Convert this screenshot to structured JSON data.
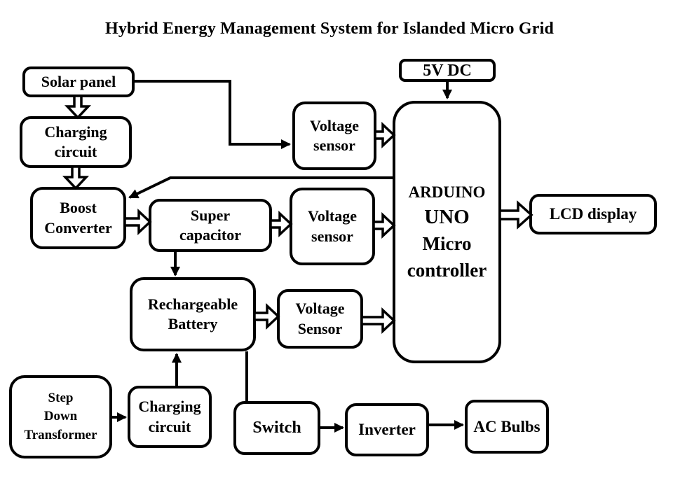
{
  "title": "Hybrid Energy Management System for Islanded Micro Grid",
  "colors": {
    "ink": "#000000",
    "background": "#ffffff"
  },
  "nodes": {
    "solar_panel": {
      "label": "Solar panel"
    },
    "charging_circuit_top": {
      "label": "Charging\ncircuit"
    },
    "boost_converter": {
      "label": "Boost\nConverter"
    },
    "super_capacitor": {
      "label": "Super\ncapacitor"
    },
    "voltage_sensor_top": {
      "label": "Voltage\nsensor"
    },
    "voltage_sensor_mid": {
      "label": "Voltage\nsensor"
    },
    "voltage_sensor_bottom": {
      "label": "Voltage\nSensor"
    },
    "five_v_dc": {
      "label": "5V DC"
    },
    "arduino": {
      "line1": "ARDUINO",
      "line2": "UNO",
      "line3": "Micro",
      "line4": "controller"
    },
    "lcd_display": {
      "label": "LCD display"
    },
    "rechargeable_battery": {
      "label": "Rechargeable\nBattery"
    },
    "step_down_transformer": {
      "label": "Step\nDown\nTransformer"
    },
    "charging_circuit_bottom": {
      "label": "Charging\ncircuit"
    },
    "switch": {
      "label": "Switch"
    },
    "inverter": {
      "label": "Inverter"
    },
    "ac_bulbs": {
      "label": "AC Bulbs"
    }
  },
  "edges": [
    {
      "from": "solar_panel",
      "to": "charging_circuit_top",
      "style": "hollow-arrow"
    },
    {
      "from": "charging_circuit_top",
      "to": "boost_converter",
      "style": "hollow-arrow"
    },
    {
      "from": "boost_converter",
      "to": "super_capacitor",
      "style": "hollow-arrow"
    },
    {
      "from": "super_capacitor",
      "to": "voltage_sensor_mid",
      "style": "hollow-arrow"
    },
    {
      "from": "voltage_sensor_mid",
      "to": "arduino",
      "style": "hollow-arrow"
    },
    {
      "from": "voltage_sensor_top",
      "to": "arduino",
      "style": "hollow-arrow"
    },
    {
      "from": "rechargeable_battery",
      "to": "voltage_sensor_bottom",
      "style": "hollow-arrow"
    },
    {
      "from": "voltage_sensor_bottom",
      "to": "arduino",
      "style": "hollow-arrow"
    },
    {
      "from": "arduino",
      "to": "lcd_display",
      "style": "hollow-arrow"
    },
    {
      "from": "five_v_dc",
      "to": "arduino",
      "style": "solid-arrow"
    },
    {
      "from": "solar_panel",
      "to": "voltage_sensor_top",
      "style": "solid-arrow-routed"
    },
    {
      "from": "arduino",
      "to": "boost_converter",
      "style": "solid-arrow-routed"
    },
    {
      "from": "super_capacitor",
      "to": "rechargeable_battery",
      "style": "solid-arrow"
    },
    {
      "from": "charging_circuit_bottom",
      "to": "rechargeable_battery",
      "style": "solid-arrow"
    },
    {
      "from": "rechargeable_battery",
      "to": "switch",
      "style": "plain-line"
    },
    {
      "from": "step_down_transformer",
      "to": "charging_circuit_bottom",
      "style": "solid-arrow"
    },
    {
      "from": "switch",
      "to": "inverter",
      "style": "solid-arrow"
    },
    {
      "from": "inverter",
      "to": "ac_bulbs",
      "style": "solid-arrow"
    }
  ]
}
